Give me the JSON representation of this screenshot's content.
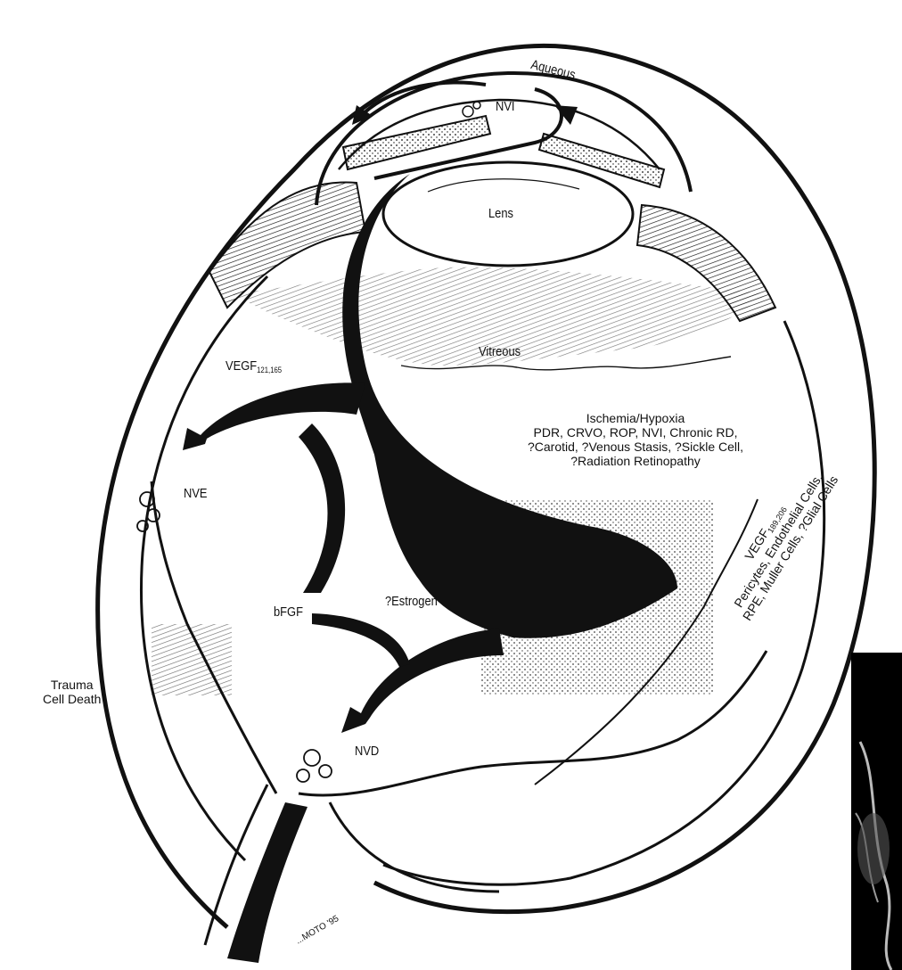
{
  "labels": {
    "aqueous": "Aqueous",
    "nvi": "NVI",
    "lens": "Lens",
    "vitreous": "Vitreous",
    "vegf_top_base": "VEGF",
    "vegf_top_sub": "121,165",
    "ischemia": [
      "Ischemia/Hypoxia",
      "PDR, CRVO, ROP, NVI, Chronic RD,",
      "?Carotid, ?Venous Stasis, ?Sickle Cell,",
      "?Radiation Retinopathy"
    ],
    "nve": "NVE",
    "bfgf": "bFGF",
    "estrogen": "?Estrogen",
    "trauma": [
      "Trauma",
      "Cell Death"
    ],
    "nvd": "NVD",
    "vegf_right_base": "VEGF",
    "vegf_right_sub": "189,206",
    "vegf_right_lines": [
      "Pericytes, Endothelial Cells,",
      "RPE, Muller Cells, ?Glial Cells"
    ],
    "signature": "...MOTO '95"
  },
  "colors": {
    "ink": "#111111",
    "paper": "#ffffff",
    "inset_bg": "#000000"
  }
}
